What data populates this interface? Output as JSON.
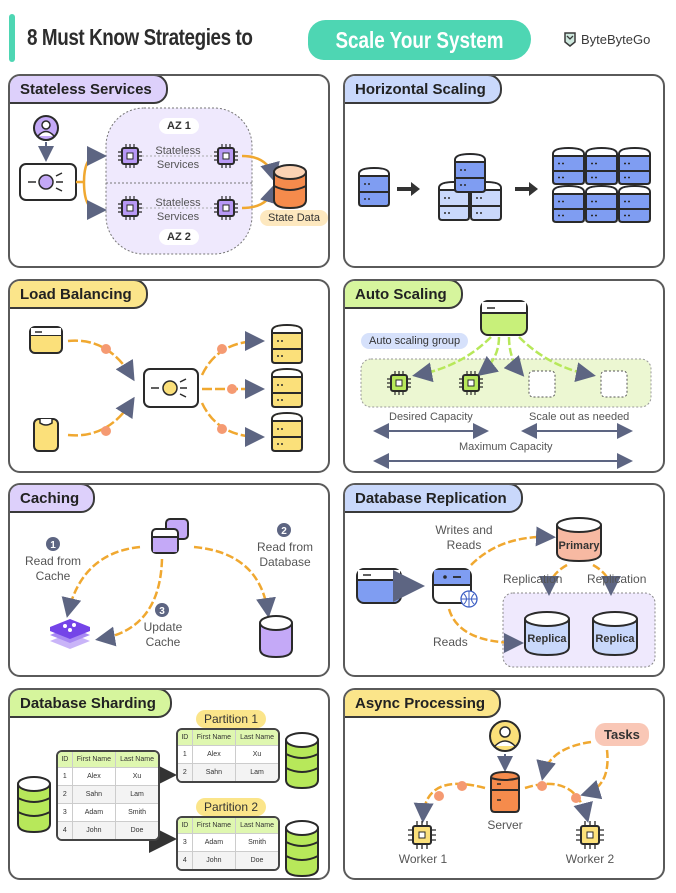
{
  "header": {
    "title": "8 Must Know Strategies to",
    "highlight": "Scale Your System",
    "logo_text": "ByteByteGo",
    "accent_color": "#4ed6b3"
  },
  "panels": {
    "stateless": {
      "title": "Stateless Services",
      "az1": "AZ 1",
      "az2": "AZ 2",
      "service_label_1": "Stateless Services",
      "service_label_2": "Stateless Services",
      "state_data": "State Data",
      "icons": [
        "user-icon",
        "load-balancer-icon",
        "chip-icon",
        "database-icon"
      ]
    },
    "horizontal": {
      "title": "Horizontal Scaling",
      "stages": [
        1,
        3,
        6
      ]
    },
    "load_balancing": {
      "title": "Load Balancing",
      "clients": [
        "browser-icon",
        "mobile-icon"
      ],
      "servers": 3
    },
    "auto_scaling": {
      "title": "Auto Scaling",
      "group_label": "Auto scaling group",
      "desired": "Desired Capacity",
      "scale_out": "Scale out as needed",
      "maximum": "Maximum Capacity"
    },
    "caching": {
      "title": "Caching",
      "steps": [
        {
          "num": "1",
          "label": "Read from Cache"
        },
        {
          "num": "2",
          "label": "Read from Database"
        },
        {
          "num": "3",
          "label": "Update Cache"
        }
      ]
    },
    "replication": {
      "title": "Database Replication",
      "writes_reads": "Writes and Reads",
      "reads": "Reads",
      "replication_left": "Replication",
      "replication_right": "Replication",
      "primary": "Primary",
      "replica_1": "Replica",
      "replica_2": "Replica"
    },
    "sharding": {
      "title": "Database Sharding",
      "columns": [
        "ID",
        "First Name",
        "Last Name"
      ],
      "rows": [
        [
          "1",
          "Alex",
          "Xu"
        ],
        [
          "2",
          "Sahn",
          "Lam"
        ],
        [
          "3",
          "Adam",
          "Smith"
        ],
        [
          "4",
          "John",
          "Doe"
        ]
      ],
      "partition_1": {
        "label": "Partition 1",
        "rows": [
          [
            "1",
            "Alex",
            "Xu"
          ],
          [
            "2",
            "Sahn",
            "Lam"
          ]
        ]
      },
      "partition_2": {
        "label": "Partition 2",
        "rows": [
          [
            "3",
            "Adam",
            "Smith"
          ],
          [
            "4",
            "John",
            "Doe"
          ]
        ]
      }
    },
    "async": {
      "title": "Async Processing",
      "tasks": "Tasks",
      "server": "Server",
      "worker_1": "Worker 1",
      "worker_2": "Worker 2"
    }
  }
}
